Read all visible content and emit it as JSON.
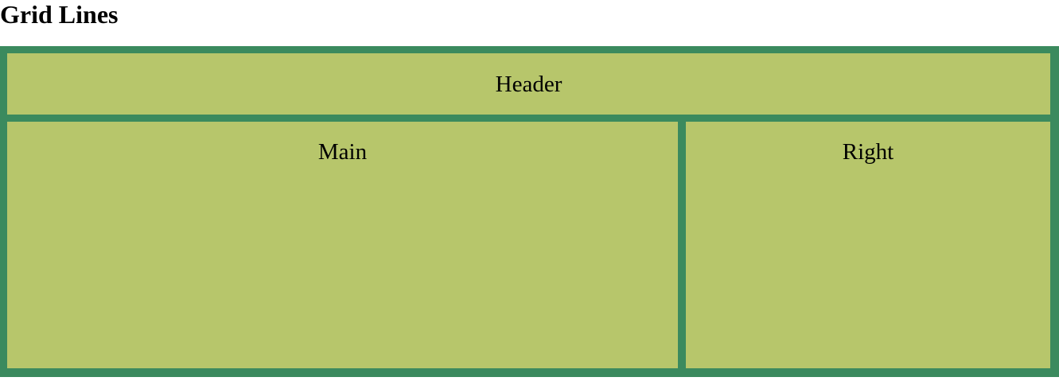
{
  "page": {
    "title": "Grid Lines"
  },
  "grid": {
    "header_label": "Header",
    "main_label": "Main",
    "right_label": "Right"
  },
  "colors": {
    "grid_lines": "#3b8a5e",
    "cell_fill": "#b7c66b",
    "text": "#000000",
    "background": "#ffffff"
  }
}
